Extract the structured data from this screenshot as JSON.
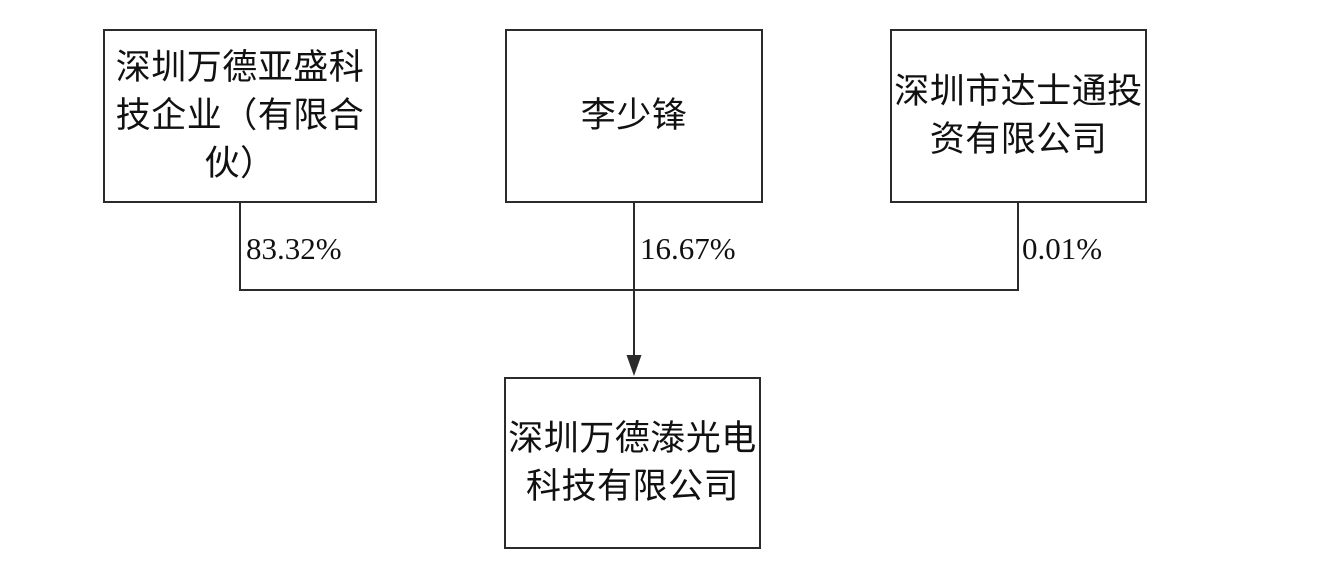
{
  "diagram": {
    "type": "equity-structure-chart",
    "shareholders": [
      {
        "name": "深圳万德亚盛科技企业（有限合伙）",
        "lines": [
          "深圳万德亚盛科",
          "技企业（有限合",
          "伙）"
        ],
        "ownership": "83.32%"
      },
      {
        "name": "李少锋",
        "lines": [
          "李少锋"
        ],
        "ownership": "16.67%"
      },
      {
        "name": "深圳市达士通投资有限公司",
        "lines": [
          "深圳市达士通投",
          "资有限公司"
        ],
        "ownership": "0.01%"
      }
    ],
    "company": {
      "name": "深圳万德溙光电科技有限公司",
      "lines": [
        "深圳万德溙光电",
        "科技有限公司"
      ]
    },
    "colors": {
      "line": "#2b2b2b",
      "text": "#111111",
      "background": "#ffffff"
    }
  }
}
